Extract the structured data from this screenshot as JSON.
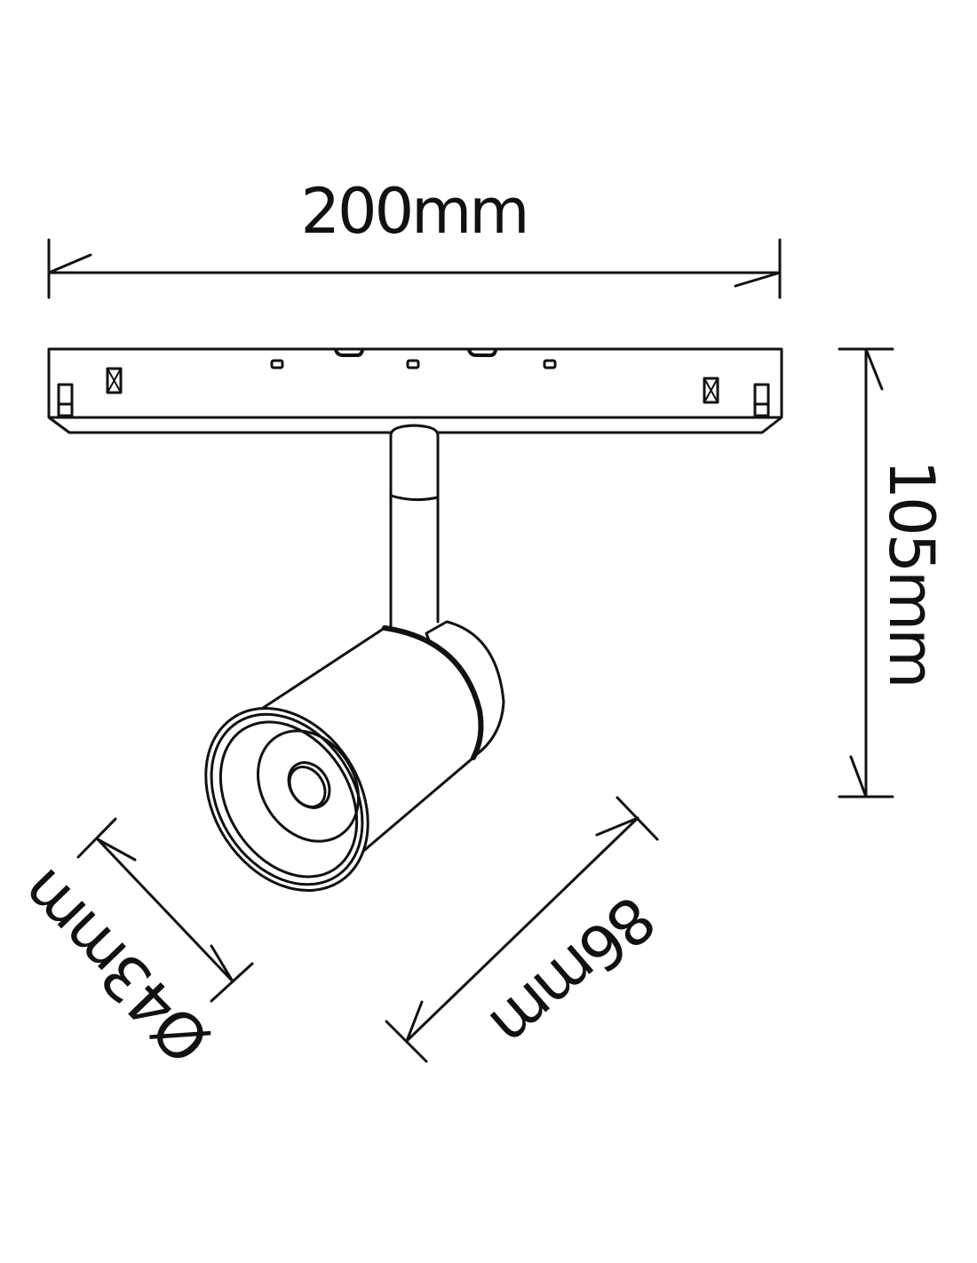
{
  "dimensions": {
    "width": "200mm",
    "height": "105mm",
    "diameter": "Ø43mm",
    "length": "86mm"
  },
  "colors": {
    "line": "#111111",
    "background": "#ffffff"
  }
}
